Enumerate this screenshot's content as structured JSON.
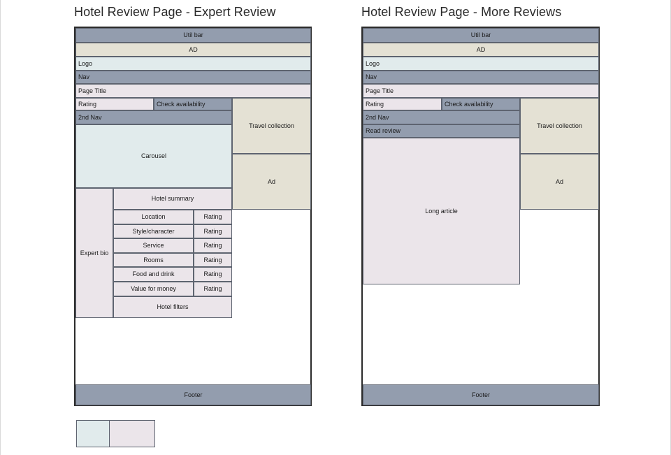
{
  "diagrams": [
    {
      "title": "Hotel Review Page - Expert Review",
      "util_bar": "Util bar",
      "ad_top": "AD",
      "logo": "Logo",
      "nav": "Nav",
      "page_title": "Page Title",
      "rating": "Rating",
      "check_availability": "Check availability",
      "second_nav": "2nd Nav",
      "travel_collection": "Travel collection",
      "carousel": "Carousel",
      "ad_side": "Ad",
      "hotel_summary": "Hotel summary",
      "expert_bio": "Expert bio",
      "ratings": [
        {
          "label": "Location",
          "value": "Rating"
        },
        {
          "label": "Style/character",
          "value": "Rating"
        },
        {
          "label": "Service",
          "value": "Rating"
        },
        {
          "label": "Rooms",
          "value": "Rating"
        },
        {
          "label": "Food and drink",
          "value": "Rating"
        },
        {
          "label": "Value for money",
          "value": "Rating"
        }
      ],
      "hotel_filters": "Hotel filters",
      "footer": "Footer"
    },
    {
      "title": "Hotel Review Page - More Reviews",
      "util_bar": "Util bar",
      "ad_top": "AD",
      "logo": "Logo",
      "nav": "Nav",
      "page_title": "Page Title",
      "rating": "Rating",
      "check_availability": "Check availability",
      "second_nav": "2nd Nav",
      "read_review": "Read review",
      "travel_collection": "Travel collection",
      "long_article": "Long article",
      "ad_side": "Ad",
      "footer": "Footer"
    }
  ],
  "colors": {
    "dark_block": "#939dae",
    "tan_block": "#e4e1d4",
    "blue_block": "#e1ebec",
    "pink_block": "#ebe5ea",
    "frame_border": "#2b2b2b"
  }
}
